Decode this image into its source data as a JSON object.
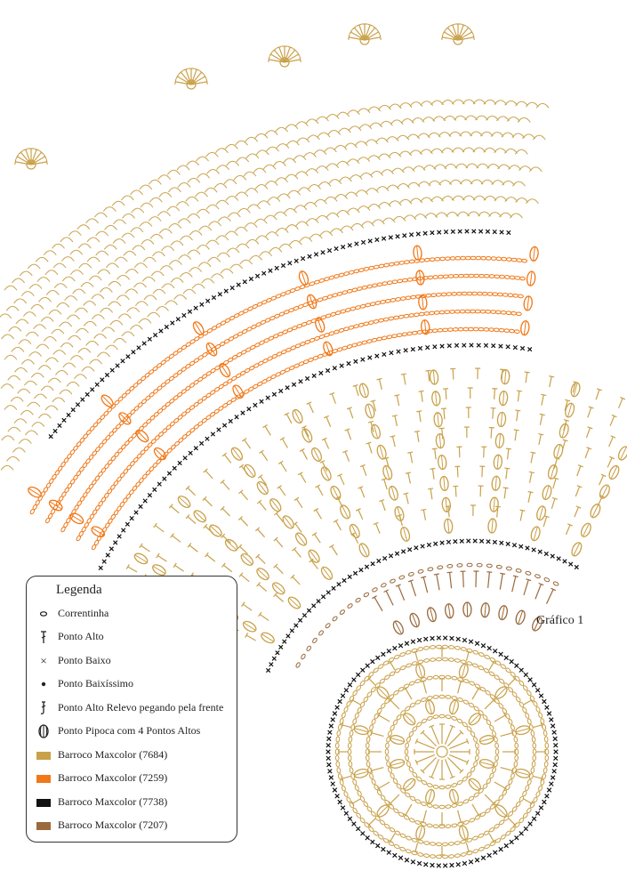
{
  "chart_label": "Gráfico 1",
  "legend": {
    "title": "Legenda",
    "items": [
      {
        "symbol": "chain-icon",
        "label": "Correntinha"
      },
      {
        "symbol": "double-crochet-icon",
        "label": "Ponto Alto"
      },
      {
        "symbol": "single-crochet-icon",
        "label": "Ponto Baixo"
      },
      {
        "symbol": "slip-stitch-icon",
        "label": "Ponto Baixíssimo"
      },
      {
        "symbol": "front-post-double-crochet-icon",
        "label": "Ponto Alto Relevo pegando pela frente"
      },
      {
        "symbol": "popcorn-stitch-icon",
        "label": "Ponto Pipoca com 4 Pontos Altos"
      },
      {
        "symbol": "color-swatch",
        "label": "Barroco Maxcolor (7684)",
        "color": "#c9a14a"
      },
      {
        "symbol": "color-swatch",
        "label": "Barroco Maxcolor (7259)",
        "color": "#f07818"
      },
      {
        "symbol": "color-swatch",
        "label": "Barroco Maxcolor (7738)",
        "color": "#111111"
      },
      {
        "symbol": "color-swatch",
        "label": "Barroco Maxcolor (7207)",
        "color": "#9a6a3c"
      }
    ]
  },
  "colors": {
    "gold": "#c9a14a",
    "orange": "#f07818",
    "black": "#111111",
    "brown": "#9a6a3c"
  }
}
